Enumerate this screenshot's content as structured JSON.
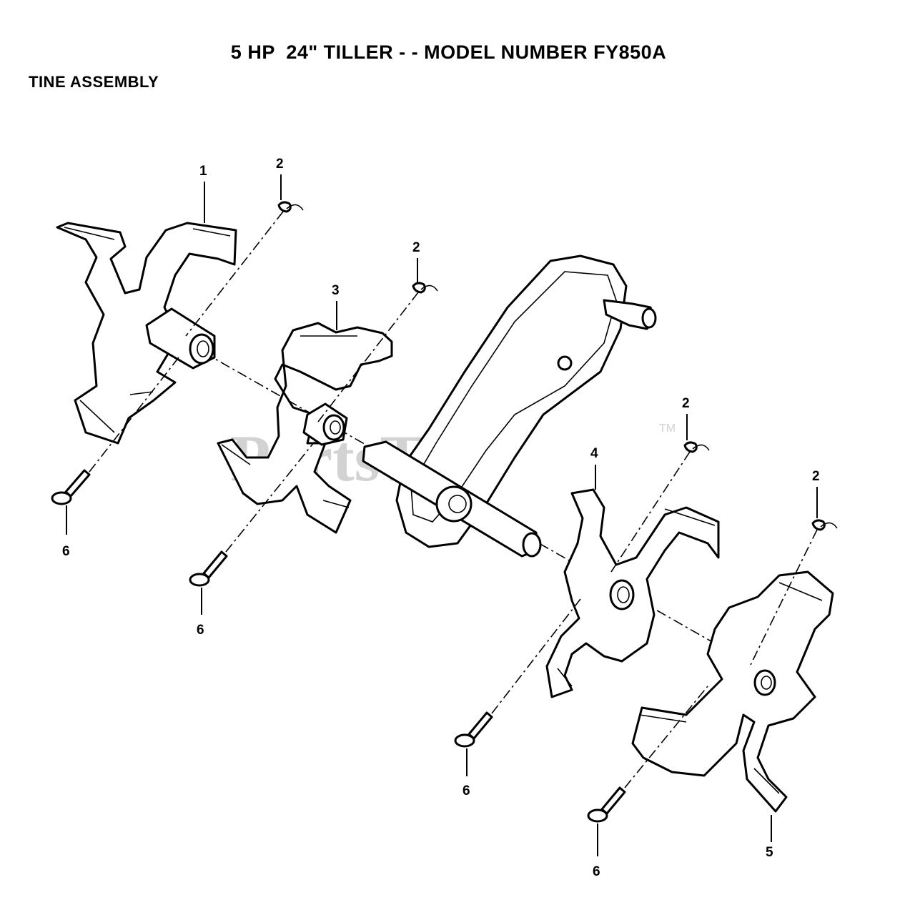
{
  "header": {
    "title": "5 HP  24\" TILLER - - MODEL NUMBER FY850A",
    "section": "TINE ASSEMBLY"
  },
  "watermark": {
    "text": "PartsTree",
    "tm": "TM"
  },
  "callouts": {
    "tine_outer_left": "1",
    "hairpin_1": "2",
    "hairpin_2": "2",
    "hairpin_3": "2",
    "hairpin_4": "2",
    "tine_inner_left": "3",
    "tine_inner_right": "4",
    "tine_outer_right": "5",
    "pin_1": "6",
    "pin_2": "6",
    "pin_3": "6",
    "pin_4": "6"
  }
}
